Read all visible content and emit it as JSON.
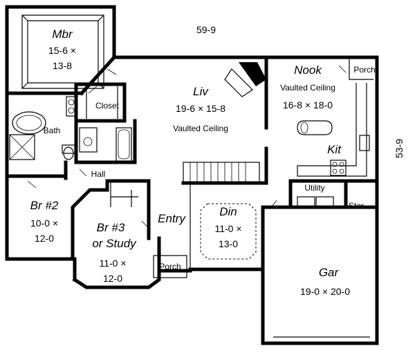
{
  "overall_dims": {
    "width": "59-9",
    "depth": "53-9"
  },
  "rooms": {
    "mbr": {
      "name": "Mbr",
      "dim1": "15-6 ×",
      "dim2": "13-8"
    },
    "liv": {
      "name": "Liv",
      "dim": "19-6 × 15-8",
      "note": "Vaulted Ceiling"
    },
    "nook": {
      "name": "Nook",
      "note": "Vaulted Ceiling",
      "dim": "16-8 × 18-0"
    },
    "kit": {
      "name": "Kit"
    },
    "closet": {
      "name": "Closet"
    },
    "bath": {
      "name": "Bath"
    },
    "hall": {
      "name": "Hall"
    },
    "br2": {
      "name": "Br #2",
      "dim1": "10-0 ×",
      "dim2": "12-0"
    },
    "br3": {
      "name1": "Br #3",
      "name2": "or Study",
      "dim1": "11-0 ×",
      "dim2": "12-0"
    },
    "entry": {
      "name": "Entry"
    },
    "din": {
      "name": "Din",
      "dim1": "11-0 ×",
      "dim2": "13-0"
    },
    "porch_front": {
      "name": "Porch"
    },
    "porch_rear": {
      "name": "Porch"
    },
    "utility": {
      "name": "Utility"
    },
    "stor": {
      "name": "Stor"
    },
    "gar": {
      "name": "Gar",
      "dim": "19-0 × 20-0"
    }
  }
}
